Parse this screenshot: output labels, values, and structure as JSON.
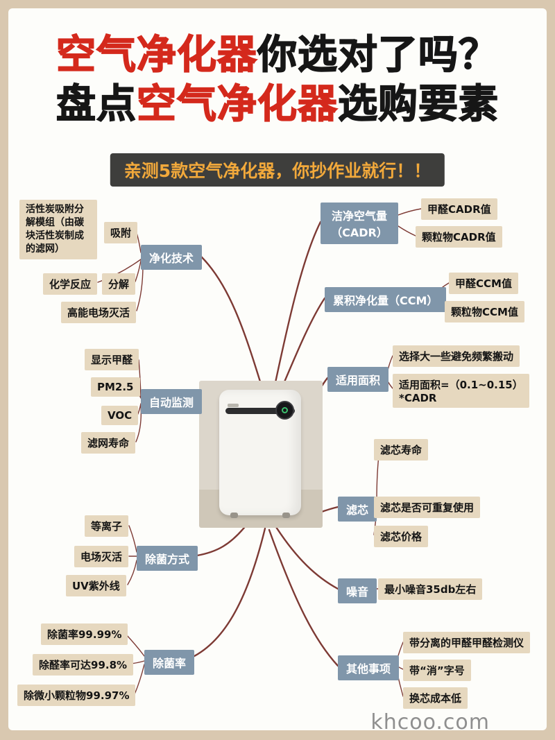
{
  "title": {
    "l1_red": "空气净化器",
    "l1_black": "你选对了吗？",
    "l2_black1": "盘点",
    "l2_red": "空气净化器",
    "l2_black2": "选购要素",
    "banner": "亲测5款空气净化器，你抄作业就行！！"
  },
  "colors": {
    "accent_red": "#d4291c",
    "node_blue": "#8096aa",
    "box_tan": "#e6d8bf",
    "line_maroon": "#7d3a34",
    "banner_bg": "#3e3e3c",
    "banner_text": "#f2a93b"
  },
  "map": {
    "tech": {
      "label": "净化技术",
      "carbon": "活性炭吸附分解模组（由碳块活性炭制成的滤网）",
      "adsorb": "吸附",
      "chem": "化学反应",
      "decomp": "分解",
      "efield": "高能电场灭活"
    },
    "monitor": {
      "label": "自动监测",
      "hcho": "显示甲醛",
      "pm25": "PM2.5",
      "voc": "VOC",
      "filter_life": "滤网寿命"
    },
    "sterilize": {
      "label": "除菌方式",
      "plasma": "等离子",
      "efield": "电场灭活",
      "uv": "UV紫外线"
    },
    "rate": {
      "label": "除菌率",
      "bacteria": "除菌率99.99%",
      "hcho": "除醛率可达99.8%",
      "particle": "除微小颗粒物99.97%"
    },
    "cadr": {
      "label": "洁净空气量\n（CADR）",
      "hcho": "甲醛CADR值",
      "particle": "颗粒物CADR值"
    },
    "ccm": {
      "label": "累积净化量（CCM）",
      "hcho": "甲醛CCM值",
      "particle": "颗粒物CCM值"
    },
    "area": {
      "label": "适用面积",
      "tip": "选择大一些避免频繁搬动",
      "formula": "适用面积=（0.1~0.15）\n*CADR"
    },
    "filter": {
      "label": "滤芯",
      "life": "滤芯寿命",
      "reuse": "滤芯是否可重复使用",
      "price": "滤芯价格"
    },
    "noise": {
      "label": "噪音",
      "min": "最小噪音35db左右"
    },
    "other": {
      "label": "其他事项",
      "detector": "带分离的甲醛甲醛检测仪",
      "xiao": "带“消”字号",
      "cost": "换芯成本低"
    }
  },
  "watermark": "khcoo.com"
}
